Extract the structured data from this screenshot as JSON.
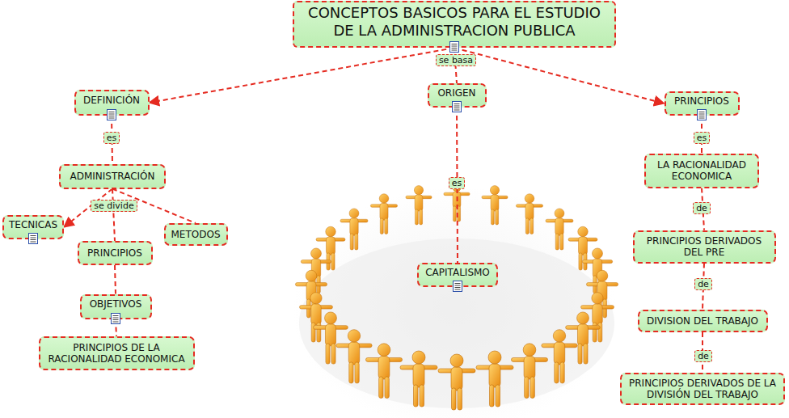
{
  "diagram": {
    "nodes": [
      {
        "text": [
          "CONCEPTOS BASICOS PARA EL ESTUDIO DE LA ADMINISTRACION PUBLICA"
        ]
      },
      {
        "text": [
          "DEFINICIÓN"
        ]
      },
      {
        "text": [
          "ORIGEN"
        ]
      },
      {
        "text": [
          "PRINCIPIOS"
        ]
      },
      {
        "text": [
          "ADMINISTRACIÓN"
        ]
      },
      {
        "text": [
          "TECNICAS"
        ]
      },
      {
        "text": [
          "PRINCIPIOS"
        ]
      },
      {
        "text": [
          "METODOS"
        ]
      },
      {
        "text": [
          "OBJETIVOS"
        ]
      },
      {
        "text": [
          "PRINCIPIOS DE LA RACIONALIDAD ECONOMICA"
        ]
      },
      {
        "text": [
          "CAPITALISMO"
        ]
      },
      {
        "text": [
          "LA RACIONALIDAD ECONOMICA"
        ]
      },
      {
        "text": [
          "PRINCIPIOS DERIVADOS DEL PRE"
        ]
      },
      {
        "text": [
          "DIVISION DEL TRABAJO"
        ]
      },
      {
        "text": [
          "PRINCIPIOS DERIVADOS DE LA DIVISIÓN DEL TRABAJO"
        ]
      }
    ],
    "edges": [
      {
        "from": 0,
        "to": 1,
        "arrow": "to"
      },
      {
        "from": 0,
        "to": 2,
        "label": "se basa",
        "arrow": "none"
      },
      {
        "from": 0,
        "to": 3,
        "arrow": "to"
      },
      {
        "from": 1,
        "to": 4,
        "label": "es",
        "arrow": "none"
      },
      {
        "from": 4,
        "to": 5,
        "arrow": "to"
      },
      {
        "from": 4,
        "to": 6,
        "label": "se divide",
        "arrow": "none"
      },
      {
        "from": 4,
        "to": 7,
        "arrow": "none"
      },
      {
        "from": 6,
        "to": 8,
        "arrow": "none"
      },
      {
        "from": 8,
        "to": 9,
        "arrow": "none"
      },
      {
        "from": 2,
        "to": 10,
        "label": "es",
        "arrow": "none"
      },
      {
        "from": 3,
        "to": 11,
        "label": "es",
        "arrow": "none"
      },
      {
        "from": 11,
        "to": 12,
        "label": "de",
        "arrow": "none"
      },
      {
        "from": 12,
        "to": 13,
        "label": "de",
        "arrow": "none"
      },
      {
        "from": 13,
        "to": 14,
        "label": "de",
        "arrow": "none"
      }
    ]
  }
}
